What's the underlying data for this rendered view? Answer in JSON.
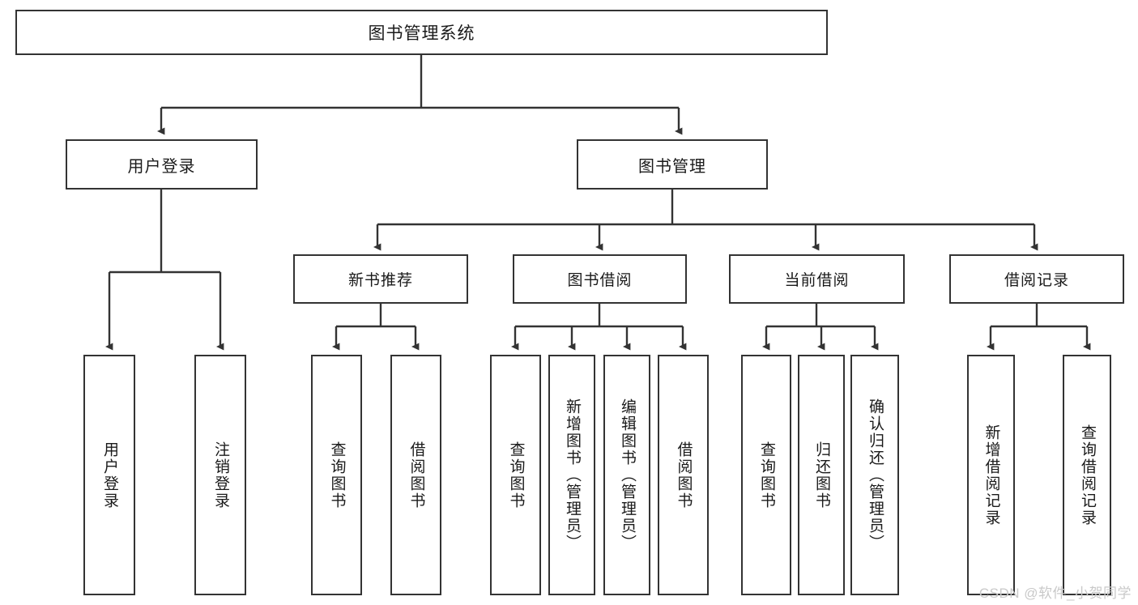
{
  "diagram": {
    "title": "图书管理系统",
    "stroke_color": "#333333",
    "background_color": "#ffffff",
    "root": {
      "label": "图书管理系统"
    },
    "level1": [
      {
        "label": "用户登录"
      },
      {
        "label": "图书管理"
      }
    ],
    "level2": [
      {
        "label": "新书推荐"
      },
      {
        "label": "图书借阅"
      },
      {
        "label": "当前借阅"
      },
      {
        "label": "借阅记录"
      }
    ],
    "leaves": {
      "user_login": [
        {
          "label": "用户登录"
        },
        {
          "label": "注销登录"
        }
      ],
      "new_book_recommend": [
        {
          "label": "查询图书"
        },
        {
          "label": "借阅图书"
        }
      ],
      "book_borrow": [
        {
          "label": "查询图书"
        },
        {
          "label": "新增图书（管理员）"
        },
        {
          "label": "编辑图书（管理员）"
        },
        {
          "label": "借阅图书"
        }
      ],
      "current_borrow": [
        {
          "label": "查询图书"
        },
        {
          "label": "归还图书"
        },
        {
          "label": "确认归还（管理员）"
        }
      ],
      "borrow_record": [
        {
          "label": "新增借阅记录"
        },
        {
          "label": "查询借阅记录"
        }
      ]
    }
  },
  "watermark": {
    "text": "CSDN @软件_小贺同学",
    "color": "#c9c9c9"
  }
}
